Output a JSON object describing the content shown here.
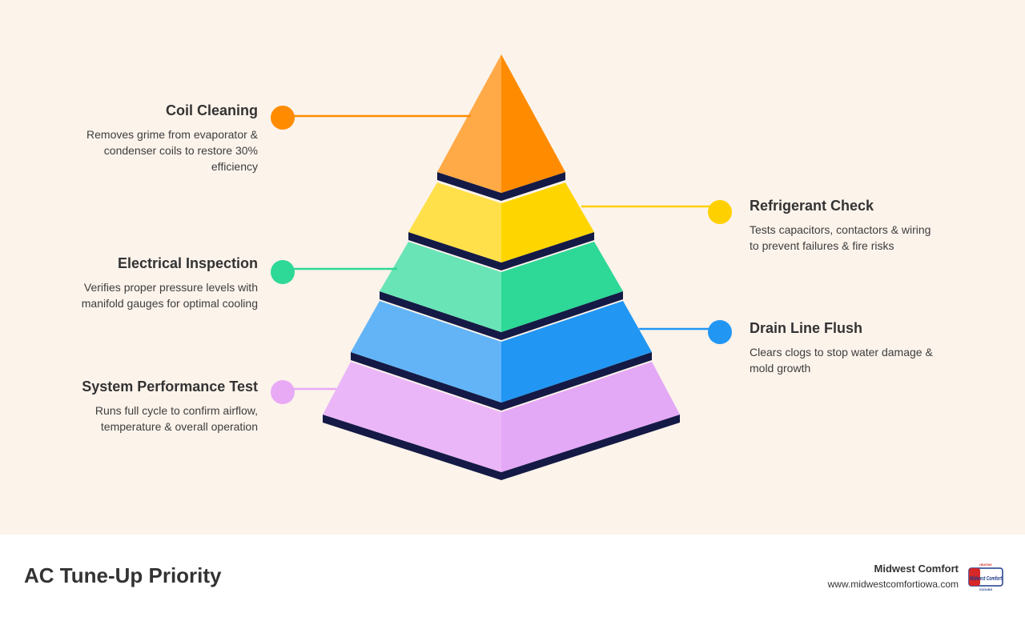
{
  "diagram": {
    "levels": [
      {
        "title": "Coil Cleaning",
        "description": "Removes grime from evaporator & condenser coils to restore 30% efficiency",
        "color_light": "#ffaa47",
        "color_dark": "#ff8c00",
        "dot_color": "#ff8c00"
      },
      {
        "title": "Refrigerant Check",
        "description": "Tests capacitors, contactors & wiring to prevent failures & fire risks",
        "color_light": "#ffe04a",
        "color_dark": "#ffd500",
        "dot_color": "#ffd000"
      },
      {
        "title": "Electrical Inspection",
        "description": "Verifies proper pressure levels with manifold gauges for optimal cooling",
        "color_light": "#69e4b6",
        "color_dark": "#2ed896",
        "dot_color": "#2ed896"
      },
      {
        "title": "Drain Line Flush",
        "description": "Clears clogs to stop water damage & mold growth",
        "color_light": "#62b4f7",
        "color_dark": "#2196f3",
        "dot_color": "#2196f3"
      },
      {
        "title": "System Performance Test",
        "description": "Runs full cycle to confirm airflow, temperature & overall operation",
        "color_light": "#ebb6f8",
        "color_dark": "#e3a8f6",
        "dot_color": "#e9aaf5"
      }
    ],
    "edge_color": "#141a45"
  },
  "footer": {
    "title": "AC Tune-Up Priority",
    "brand_name": "Midwest Comfort",
    "brand_url": "www.midwestcomfortiowa.com",
    "logo_text": "Midwest Comfort",
    "logo_top_text": "HEATING",
    "logo_bottom_text": "COOLING"
  }
}
